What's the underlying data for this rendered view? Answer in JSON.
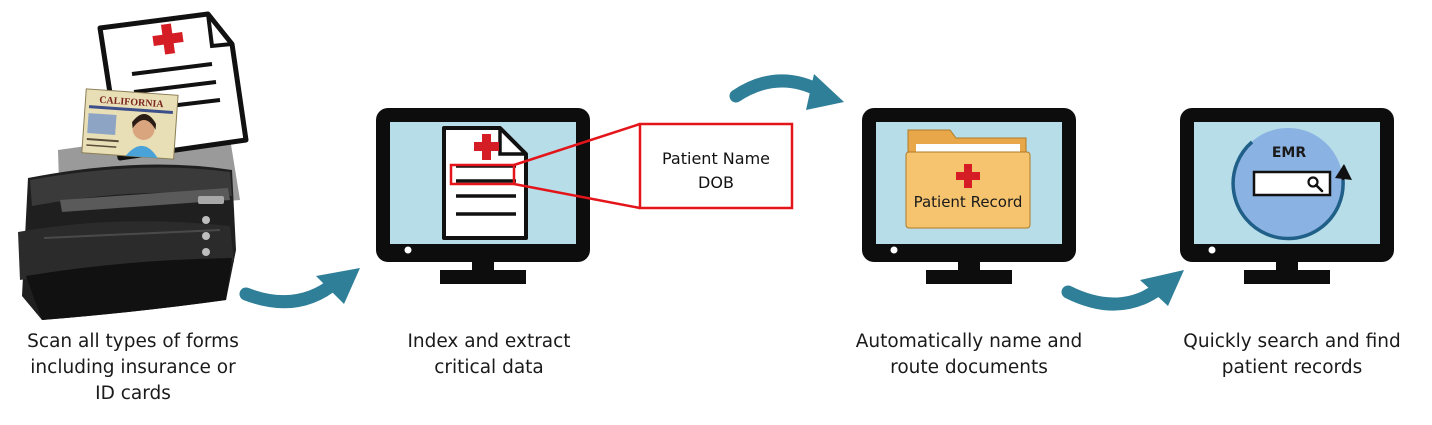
{
  "colors": {
    "screen": "#b7dde8",
    "monitor": "#0d0d0d",
    "medical_red": "#d41d24",
    "callout_red": "#e3151a",
    "arrow_teal": "#2f7f98",
    "folder": "#f6c46f",
    "emr_circle": "#8ab2e3",
    "emr_ring": "#1f5f88"
  },
  "icons": {
    "scanner": "scanner-icon",
    "card": "id-card-icon",
    "document": "medical-document-icon",
    "folder": "patient-folder-icon",
    "search": "search-icon"
  },
  "id_card": {
    "state": "CALIFORNIA"
  },
  "callout": {
    "line1": "Patient Name",
    "line2": "DOB"
  },
  "folder_label": "Patient Record",
  "emr": {
    "label": "EMR"
  },
  "steps": [
    {
      "lines": [
        "Scan all types of forms",
        "including insurance or",
        "ID cards"
      ]
    },
    {
      "lines": [
        "Index and extract",
        "critical data"
      ]
    },
    {
      "lines": [
        "Automatically name and",
        "route documents"
      ]
    },
    {
      "lines": [
        "Quickly search and find",
        "patient records"
      ]
    }
  ]
}
